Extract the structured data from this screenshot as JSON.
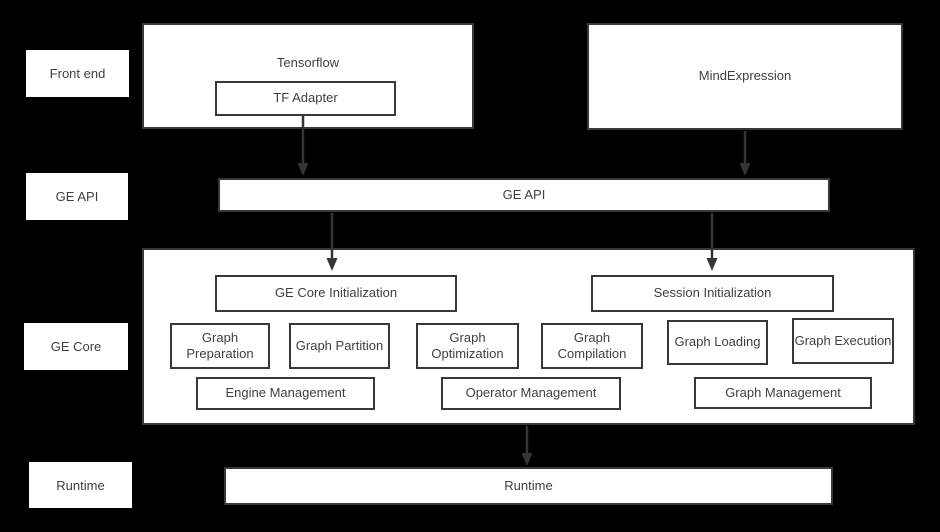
{
  "row_labels": {
    "frontend": "Front end",
    "ge_api": "GE API",
    "ge_core": "GE Core",
    "runtime": "Runtime"
  },
  "frontend": {
    "tensorflow": "Tensorflow",
    "tf_adapter": "TF Adapter",
    "mindexpression": "MindExpression"
  },
  "ge_api": {
    "label": "GE API"
  },
  "ge_core": {
    "init_boxes": [
      "GE Core Initialization",
      "Session Initialization"
    ],
    "modules": [
      "Graph Preparation",
      "Graph Partition",
      "Graph Optimization",
      "Graph Compilation",
      "Graph Loading",
      "Graph Execution"
    ],
    "managers": [
      "Engine Management",
      "Operator Management",
      "Graph Management"
    ]
  },
  "runtime": {
    "label": "Runtime"
  },
  "colors": {
    "background": "#000000",
    "box_fill": "#ffffff",
    "box_border": "#383838",
    "text": "#3f3f3f",
    "arrow": "#333638"
  }
}
